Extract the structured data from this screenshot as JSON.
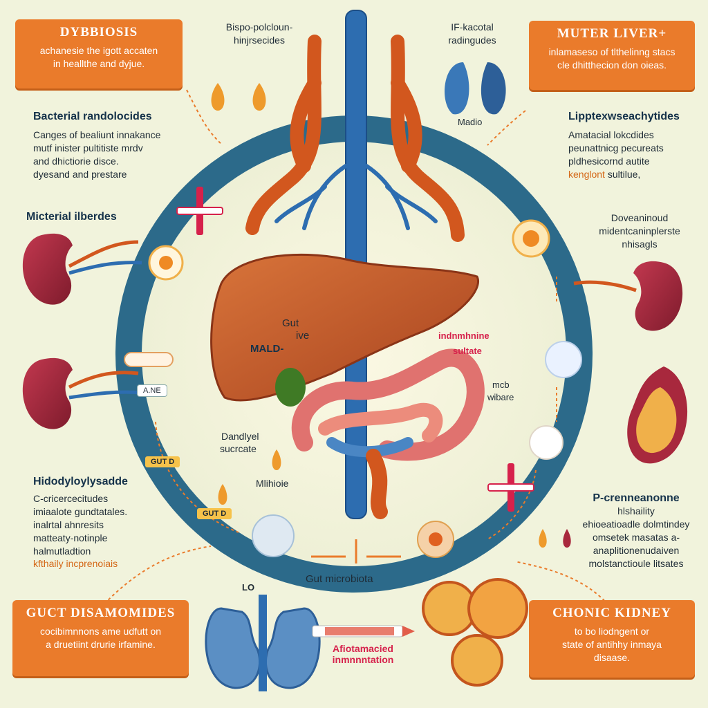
{
  "box_top_left": {
    "title": "DYBBIOSIS",
    "line1": "achanesie the  igott accaten",
    "line2": "in heallthe and dyjue."
  },
  "box_top_right": {
    "title": "MUTER LIVER+",
    "line1": "inlamaseso  of tlthelinng stacs",
    "line2": "cle dhitthecion don oieas."
  },
  "box_bottom_left": {
    "title": "GUCT DISAMOMIDES",
    "line1": "cocibimnnons ame  udfutt on",
    "line2": "a druetiint drurie irfamine."
  },
  "box_bottom_right": {
    "title": "CHONIC KIDNEY",
    "line1": "to bo liodngent or",
    "line2": "state of antihhy inmaya",
    "line3": "disaase."
  },
  "top_center_label": {
    "line1": "Bispo-polcloun-",
    "line2": "hinjrsecides"
  },
  "top_right_label": {
    "line1": "IF-kacotal",
    "line2": "radingudes"
  },
  "lung_label": "Madio",
  "left_block1": {
    "heading": "Bacterial randolocides",
    "line1": "Canges of bealiunt innakance",
    "line2": "mutf inister pultitiste mrdv",
    "line3": "and dhictiorie disce.",
    "line4": "dyesand and prestare"
  },
  "left_heading2": "Micterial ilberdes",
  "left_block3": {
    "heading": "Hidodyloylysadde",
    "line1": "C-cricercecitudes",
    "line2": "imiaalote gundtatales.",
    "line3": "inalrtal ahnresits",
    "line4": "matteaty-notinple",
    "line5": "halmutladtion",
    "line6": "kfthaily incprenoiais"
  },
  "right_block1": {
    "heading": "Lipptexwseachytides",
    "line1": "Amatacial lokcdides",
    "line2": "peunattnicg pecureats",
    "line3": "pldhesicornd autite",
    "line4_highlight": "kenglont",
    "line4_rest": "sultilue,"
  },
  "right_block2": {
    "line1": "Doveaninoud",
    "line2": "midentcaninplerste",
    "line3": "nhisagls"
  },
  "right_block3": {
    "heading": "P-crenneanonne",
    "line1": "hlshaility",
    "line2": "ehioeatioadle dolmtindey",
    "line3": "omsetek masatas a-",
    "line4": "anaplitionenudaiven",
    "line5": "molstanctioule litsates"
  },
  "center": {
    "gut": "Gut",
    "ive": "ive",
    "mald": "MALD-",
    "indmn": "indnmhnine",
    "sultate": "sultate",
    "mcb": "mcb",
    "wibare": "wibare",
    "dandyel": "Dandlyel",
    "sucrcate": "sucrcate",
    "mlhioie": "Mlihioie",
    "gut_microbiota": "Gut microbiota"
  },
  "badges": {
    "ane": "A.NE",
    "gutd1": "GUT D",
    "gutd2": "GUT D"
  },
  "bottom_center": {
    "lo": "LO",
    "inflam1": "Afiotamacied",
    "inflam2": "inmnnntation"
  },
  "colors": {
    "background": "#f1f3dc",
    "ring": "#2c6a8a",
    "box": "#ea7b2b",
    "vein": "#2d6db0",
    "artery": "#d2571e",
    "liver": "#c0562b",
    "kidney": "#a8283d"
  }
}
